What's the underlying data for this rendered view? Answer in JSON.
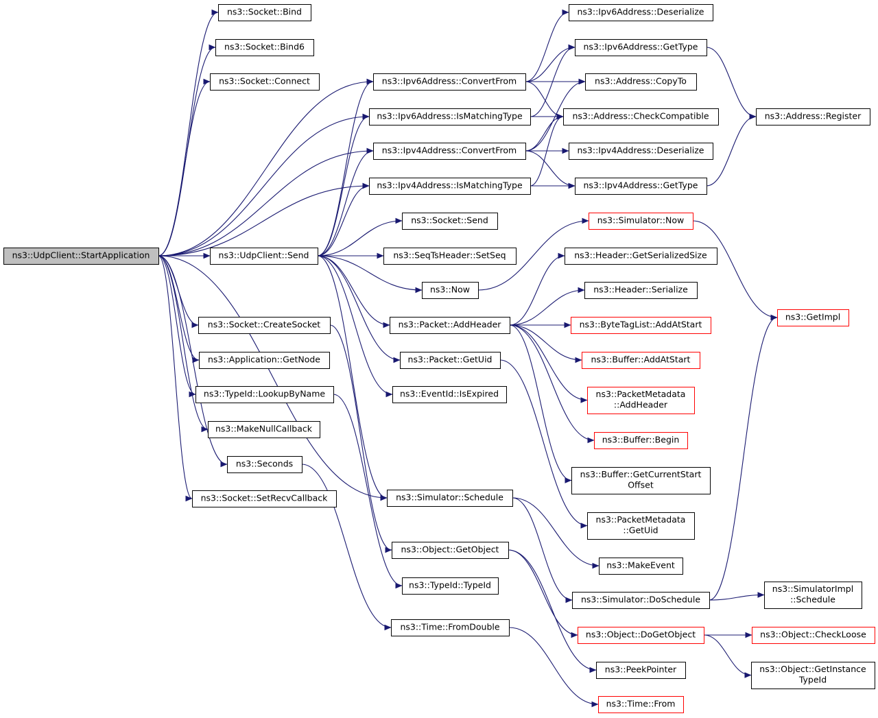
{
  "graph": {
    "root": "ns3::UdpClient::StartApplication",
    "nodes": [
      {
        "id": "root",
        "lines": [
          "ns3::UdpClient::StartApplication"
        ],
        "kind": "root"
      },
      {
        "id": "bind",
        "lines": [
          "ns3::Socket::Bind"
        ],
        "kind": "normal"
      },
      {
        "id": "bind6",
        "lines": [
          "ns3::Socket::Bind6"
        ],
        "kind": "normal"
      },
      {
        "id": "connect",
        "lines": [
          "ns3::Socket::Connect"
        ],
        "kind": "normal"
      },
      {
        "id": "send",
        "lines": [
          "ns3::UdpClient::Send"
        ],
        "kind": "normal"
      },
      {
        "id": "createsocket",
        "lines": [
          "ns3::Socket::CreateSocket"
        ],
        "kind": "normal"
      },
      {
        "id": "getnode",
        "lines": [
          "ns3::Application::GetNode"
        ],
        "kind": "normal"
      },
      {
        "id": "lookupbyname",
        "lines": [
          "ns3::TypeId::LookupByName"
        ],
        "kind": "normal"
      },
      {
        "id": "makenullcb",
        "lines": [
          "ns3::MakeNullCallback"
        ],
        "kind": "normal"
      },
      {
        "id": "seconds",
        "lines": [
          "ns3::Seconds"
        ],
        "kind": "normal"
      },
      {
        "id": "setrecvcb",
        "lines": [
          "ns3::Socket::SetRecvCallback"
        ],
        "kind": "normal"
      },
      {
        "id": "ipv6convert",
        "lines": [
          "ns3::Ipv6Address::ConvertFrom"
        ],
        "kind": "normal"
      },
      {
        "id": "ipv6match",
        "lines": [
          "ns3::Ipv6Address::IsMatchingType"
        ],
        "kind": "normal"
      },
      {
        "id": "ipv4convert",
        "lines": [
          "ns3::Ipv4Address::ConvertFrom"
        ],
        "kind": "normal"
      },
      {
        "id": "ipv4match",
        "lines": [
          "ns3::Ipv4Address::IsMatchingType"
        ],
        "kind": "normal"
      },
      {
        "id": "socketsend",
        "lines": [
          "ns3::Socket::Send"
        ],
        "kind": "normal"
      },
      {
        "id": "setseq",
        "lines": [
          "ns3::SeqTsHeader::SetSeq"
        ],
        "kind": "normal"
      },
      {
        "id": "now",
        "lines": [
          "ns3::Now"
        ],
        "kind": "normal"
      },
      {
        "id": "addheader",
        "lines": [
          "ns3::Packet::AddHeader"
        ],
        "kind": "normal"
      },
      {
        "id": "getuid",
        "lines": [
          "ns3::Packet::GetUid"
        ],
        "kind": "normal"
      },
      {
        "id": "isexpired",
        "lines": [
          "ns3::EventId::IsExpired"
        ],
        "kind": "normal"
      },
      {
        "id": "schedule",
        "lines": [
          "ns3::Simulator::Schedule"
        ],
        "kind": "normal"
      },
      {
        "id": "getobject",
        "lines": [
          "ns3::Object::GetObject"
        ],
        "kind": "normal"
      },
      {
        "id": "typeid",
        "lines": [
          "ns3::TypeId::TypeId"
        ],
        "kind": "normal"
      },
      {
        "id": "fromdouble",
        "lines": [
          "ns3::Time::FromDouble"
        ],
        "kind": "normal"
      },
      {
        "id": "ipv6deser",
        "lines": [
          "ns3::Ipv6Address::Deserialize"
        ],
        "kind": "normal"
      },
      {
        "id": "ipv6gettype",
        "lines": [
          "ns3::Ipv6Address::GetType"
        ],
        "kind": "normal"
      },
      {
        "id": "copyto",
        "lines": [
          "ns3::Address::CopyTo"
        ],
        "kind": "normal"
      },
      {
        "id": "checkcompat",
        "lines": [
          "ns3::Address::CheckCompatible"
        ],
        "kind": "normal"
      },
      {
        "id": "ipv4deser",
        "lines": [
          "ns3::Ipv4Address::Deserialize"
        ],
        "kind": "normal"
      },
      {
        "id": "ipv4gettype",
        "lines": [
          "ns3::Ipv4Address::GetType"
        ],
        "kind": "normal"
      },
      {
        "id": "simnow",
        "lines": [
          "ns3::Simulator::Now"
        ],
        "kind": "truncated"
      },
      {
        "id": "getserialsize",
        "lines": [
          "ns3::Header::GetSerializedSize"
        ],
        "kind": "normal"
      },
      {
        "id": "serialize",
        "lines": [
          "ns3::Header::Serialize"
        ],
        "kind": "normal"
      },
      {
        "id": "bytetag",
        "lines": [
          "ns3::ByteTagList::AddAtStart"
        ],
        "kind": "truncated"
      },
      {
        "id": "bufaddatstart",
        "lines": [
          "ns3::Buffer::AddAtStart"
        ],
        "kind": "truncated"
      },
      {
        "id": "pmaddheader",
        "lines": [
          "ns3::PacketMetadata",
          "::AddHeader"
        ],
        "kind": "truncated"
      },
      {
        "id": "bufbegin",
        "lines": [
          "ns3::Buffer::Begin"
        ],
        "kind": "truncated"
      },
      {
        "id": "bufcurstart",
        "lines": [
          "ns3::Buffer::GetCurrentStart",
          "Offset"
        ],
        "kind": "normal"
      },
      {
        "id": "pmgetuid",
        "lines": [
          "ns3::PacketMetadata",
          "::GetUid"
        ],
        "kind": "normal"
      },
      {
        "id": "makeevent",
        "lines": [
          "ns3::MakeEvent"
        ],
        "kind": "normal"
      },
      {
        "id": "doschedule",
        "lines": [
          "ns3::Simulator::DoSchedule"
        ],
        "kind": "normal"
      },
      {
        "id": "dogetobject",
        "lines": [
          "ns3::Object::DoGetObject"
        ],
        "kind": "truncated"
      },
      {
        "id": "peekpointer",
        "lines": [
          "ns3::PeekPointer"
        ],
        "kind": "normal"
      },
      {
        "id": "timefrom",
        "lines": [
          "ns3::Time::From"
        ],
        "kind": "truncated"
      },
      {
        "id": "register",
        "lines": [
          "ns3::Address::Register"
        ],
        "kind": "normal"
      },
      {
        "id": "getimpl",
        "lines": [
          "ns3::GetImpl"
        ],
        "kind": "truncated"
      },
      {
        "id": "simimplsched",
        "lines": [
          "ns3::SimulatorImpl",
          "::Schedule"
        ],
        "kind": "normal"
      },
      {
        "id": "checkloose",
        "lines": [
          "ns3::Object::CheckLoose"
        ],
        "kind": "truncated"
      },
      {
        "id": "getinsttypeid",
        "lines": [
          "ns3::Object::GetInstance",
          "TypeId"
        ],
        "kind": "normal"
      }
    ],
    "edges": [
      [
        "root",
        "bind"
      ],
      [
        "root",
        "bind6"
      ],
      [
        "root",
        "connect"
      ],
      [
        "root",
        "ipv6convert"
      ],
      [
        "root",
        "ipv6match"
      ],
      [
        "root",
        "ipv4convert"
      ],
      [
        "root",
        "ipv4match"
      ],
      [
        "root",
        "send"
      ],
      [
        "root",
        "createsocket"
      ],
      [
        "root",
        "getnode"
      ],
      [
        "root",
        "lookupbyname"
      ],
      [
        "root",
        "makenullcb"
      ],
      [
        "root",
        "seconds"
      ],
      [
        "root",
        "setrecvcb"
      ],
      [
        "root",
        "schedule"
      ],
      [
        "send",
        "ipv6convert"
      ],
      [
        "send",
        "ipv6match"
      ],
      [
        "send",
        "ipv4convert"
      ],
      [
        "send",
        "ipv4match"
      ],
      [
        "send",
        "socketsend"
      ],
      [
        "send",
        "setseq"
      ],
      [
        "send",
        "now"
      ],
      [
        "send",
        "addheader"
      ],
      [
        "send",
        "getuid"
      ],
      [
        "send",
        "isexpired"
      ],
      [
        "send",
        "schedule"
      ],
      [
        "createsocket",
        "getobject"
      ],
      [
        "lookupbyname",
        "typeid"
      ],
      [
        "seconds",
        "fromdouble"
      ],
      [
        "ipv6convert",
        "ipv6deser"
      ],
      [
        "ipv6convert",
        "ipv6gettype"
      ],
      [
        "ipv6convert",
        "copyto"
      ],
      [
        "ipv6convert",
        "checkcompat"
      ],
      [
        "ipv6match",
        "ipv6gettype"
      ],
      [
        "ipv6match",
        "checkcompat"
      ],
      [
        "ipv4convert",
        "checkcompat"
      ],
      [
        "ipv4convert",
        "ipv4deser"
      ],
      [
        "ipv4convert",
        "ipv4gettype"
      ],
      [
        "ipv4convert",
        "copyto"
      ],
      [
        "ipv4match",
        "ipv4gettype"
      ],
      [
        "ipv4match",
        "checkcompat"
      ],
      [
        "ipv6gettype",
        "register"
      ],
      [
        "ipv4gettype",
        "register"
      ],
      [
        "now",
        "simnow"
      ],
      [
        "simnow",
        "getimpl"
      ],
      [
        "addheader",
        "getserialsize"
      ],
      [
        "addheader",
        "serialize"
      ],
      [
        "addheader",
        "bytetag"
      ],
      [
        "addheader",
        "bufaddatstart"
      ],
      [
        "addheader",
        "pmaddheader"
      ],
      [
        "addheader",
        "bufbegin"
      ],
      [
        "addheader",
        "bufcurstart"
      ],
      [
        "getuid",
        "pmgetuid"
      ],
      [
        "schedule",
        "makeevent"
      ],
      [
        "schedule",
        "doschedule"
      ],
      [
        "doschedule",
        "getimpl"
      ],
      [
        "doschedule",
        "simimplsched"
      ],
      [
        "getobject",
        "dogetobject"
      ],
      [
        "getobject",
        "peekpointer"
      ],
      [
        "dogetobject",
        "checkloose"
      ],
      [
        "dogetobject",
        "getinsttypeid"
      ],
      [
        "fromdouble",
        "timefrom"
      ]
    ]
  },
  "colors": {
    "edge": "#191970",
    "node_border": "#000000",
    "truncated_border": "#ff0000",
    "root_fill": "#bfbfbf",
    "node_fill": "#ffffff"
  }
}
